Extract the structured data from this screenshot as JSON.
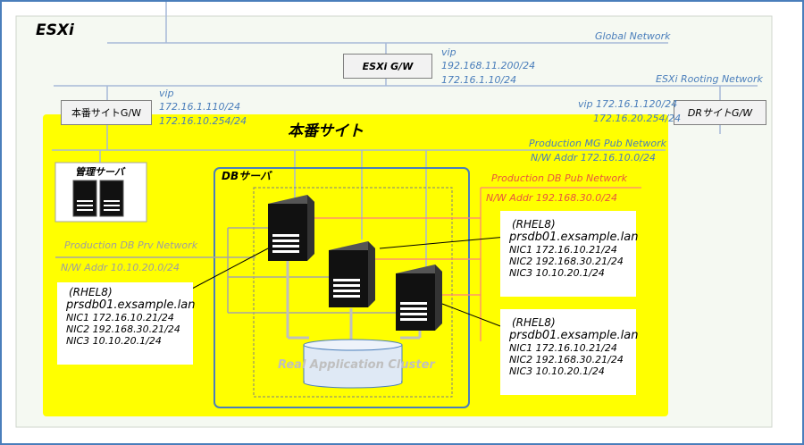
{
  "esxi_label": "ESXi",
  "networks": {
    "global": "Global Network",
    "esxi_routing": "ESXi Rooting Network",
    "mg_pub": "Production MG Pub Network",
    "mg_pub_addr": "N/W Addr 172.16.10.0/24",
    "db_pub": "Production DB Pub Network",
    "db_pub_addr": "N/W Addr 192.168.30.0/24",
    "db_prv": "Production DB Prv Network",
    "db_prv_addr": "N/W Addr 10.10.20.0/24"
  },
  "esxi_gw": {
    "label": "ESXi G/W",
    "vip_label": "vip",
    "ip1": "192.168.11.200/24",
    "ip2": "172.16.1.10/24"
  },
  "prod_gw": {
    "label": "本番サイトG/W",
    "vip_label": "vip",
    "ip1": "172.16.1.110/24",
    "ip2": "172.16.10.254/24"
  },
  "dr_gw": {
    "label": "DRサイトG/W",
    "vip_line": "vip 172.16.1.120/24",
    "ip2": "172.16.20.254/24"
  },
  "site_label": "本番サイト",
  "mgmt_label": "管理サーバ",
  "db_label": "DBサーバ",
  "rac_label": "Real Application Cluster",
  "nodes": [
    {
      "os": "(RHEL8)",
      "host": "prsdb01.exsample.lan",
      "nic1": "NIC1 172.16.10.21/24",
      "nic2": "NIC2 192.168.30.21/24",
      "nic3": "NIC3 10.10.20.1/24"
    },
    {
      "os": "(RHEL8)",
      "host": "prsdb01.exsample.lan",
      "nic1": "NIC1 172.16.10.21/24",
      "nic2": "NIC2 192.168.30.21/24",
      "nic3": "NIC3 10.10.20.1/24"
    },
    {
      "os": "(RHEL8)",
      "host": "prsdb01.exsample.lan",
      "nic1": "NIC1 172.16.10.21/24",
      "nic2": "NIC2 192.168.30.21/24",
      "nic3": "NIC3 10.10.20.1/24"
    }
  ],
  "colors": {
    "site_fill": "#ffff00",
    "network_line": "#a6b9d8",
    "db_pub_line": "#ff7f7f",
    "frame": "#4a7ebb"
  }
}
